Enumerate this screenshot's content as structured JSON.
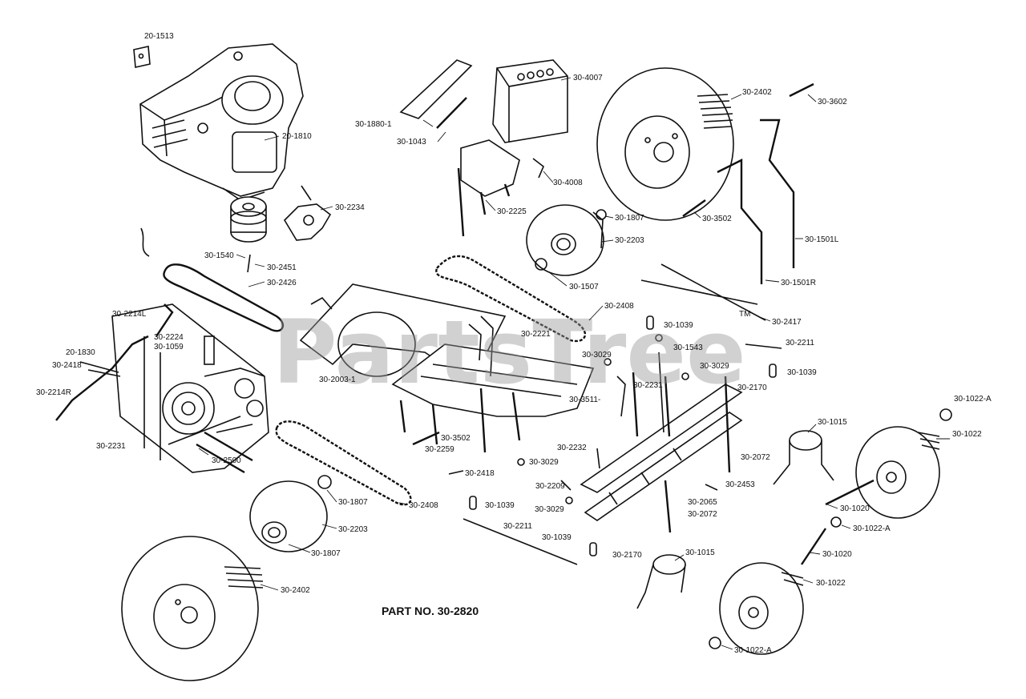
{
  "part_number": "PART NO. 30-2820",
  "watermark": "PartsTree",
  "watermark_tm": "TM",
  "labels": {
    "l20_1513": "20-1513",
    "l20_1810": "20-1810",
    "l30_2234": "30-2234",
    "l30_1540": "30-1540",
    "l30_2451": "30-2451",
    "l30_2426": "30-2426",
    "l30_2214L": "30-2214L",
    "l30_2224": "30-2224",
    "l30_1059": "30-1059",
    "l20_1830": "20-1830",
    "l30_2418a": "30-2418",
    "l30_2214R": "30-2214R",
    "l30_2231a": "30-2231",
    "l30_2500": "30-2500",
    "l30_1880_1": "30-1880-1",
    "l30_1043": "30-1043",
    "l30_4007": "30-4007",
    "l30_4008": "30-4008",
    "l30_2225": "30-2225",
    "l30_1807a": "30-1807",
    "l30_2203a": "30-2203",
    "l30_1507": "30-1507",
    "l30_2408a": "30-2408",
    "l30_2221": "30-2221",
    "l30_2003_1": "30-2003-1",
    "l30_3511": "30-3511-",
    "l30_3502a": "30-3502",
    "l30_2259": "30-2259",
    "l30_3029a": "30-3029",
    "l30_2418b": "30-2418",
    "l30_2408b": "30-2408",
    "l30_1807b": "30-1807",
    "l30_2203b": "30-2203",
    "l30_1807c": "30-1807",
    "l30_2402a": "30-2402",
    "l30_2402b": "30-2402",
    "l30_3602": "30-3602",
    "l30_3502b": "30-3502",
    "l30_1501L": "30-1501L",
    "l30_1501R": "30-1501R",
    "l30_2417": "30-2417",
    "l30_1039a": "30-1039",
    "l30_1543": "30-1543",
    "l30_3029b": "30-3029",
    "l30_3029c": "30-3029",
    "l30_2211a": "30-2211",
    "l30_1039b": "30-1039",
    "l30_2231b": "30-2231",
    "l30_2170a": "30-2170",
    "l30_2232": "30-2232",
    "l30_2072a": "30-2072",
    "l30_2453": "30-2453",
    "l30_2209": "30-2209",
    "l30_3029d": "30-3029",
    "l30_2065": "30-2065",
    "l30_1039c": "30-1039",
    "l30_2072b": "30-2072",
    "l30_2211b": "30-2211",
    "l30_1039d": "30-1039",
    "l30_2170b": "30-2170",
    "l30_1015a": "30-1015",
    "l30_1015b": "30-1015",
    "l30_1022_Aa": "30-1022-A",
    "l30_1022a": "30-1022",
    "l30_1020a": "30-1020",
    "l30_1022_Ab": "30-1022-A",
    "l30_1020b": "30-1020",
    "l30_1022b": "30-1022",
    "l30_1022_Ac": "30-1022-A"
  }
}
